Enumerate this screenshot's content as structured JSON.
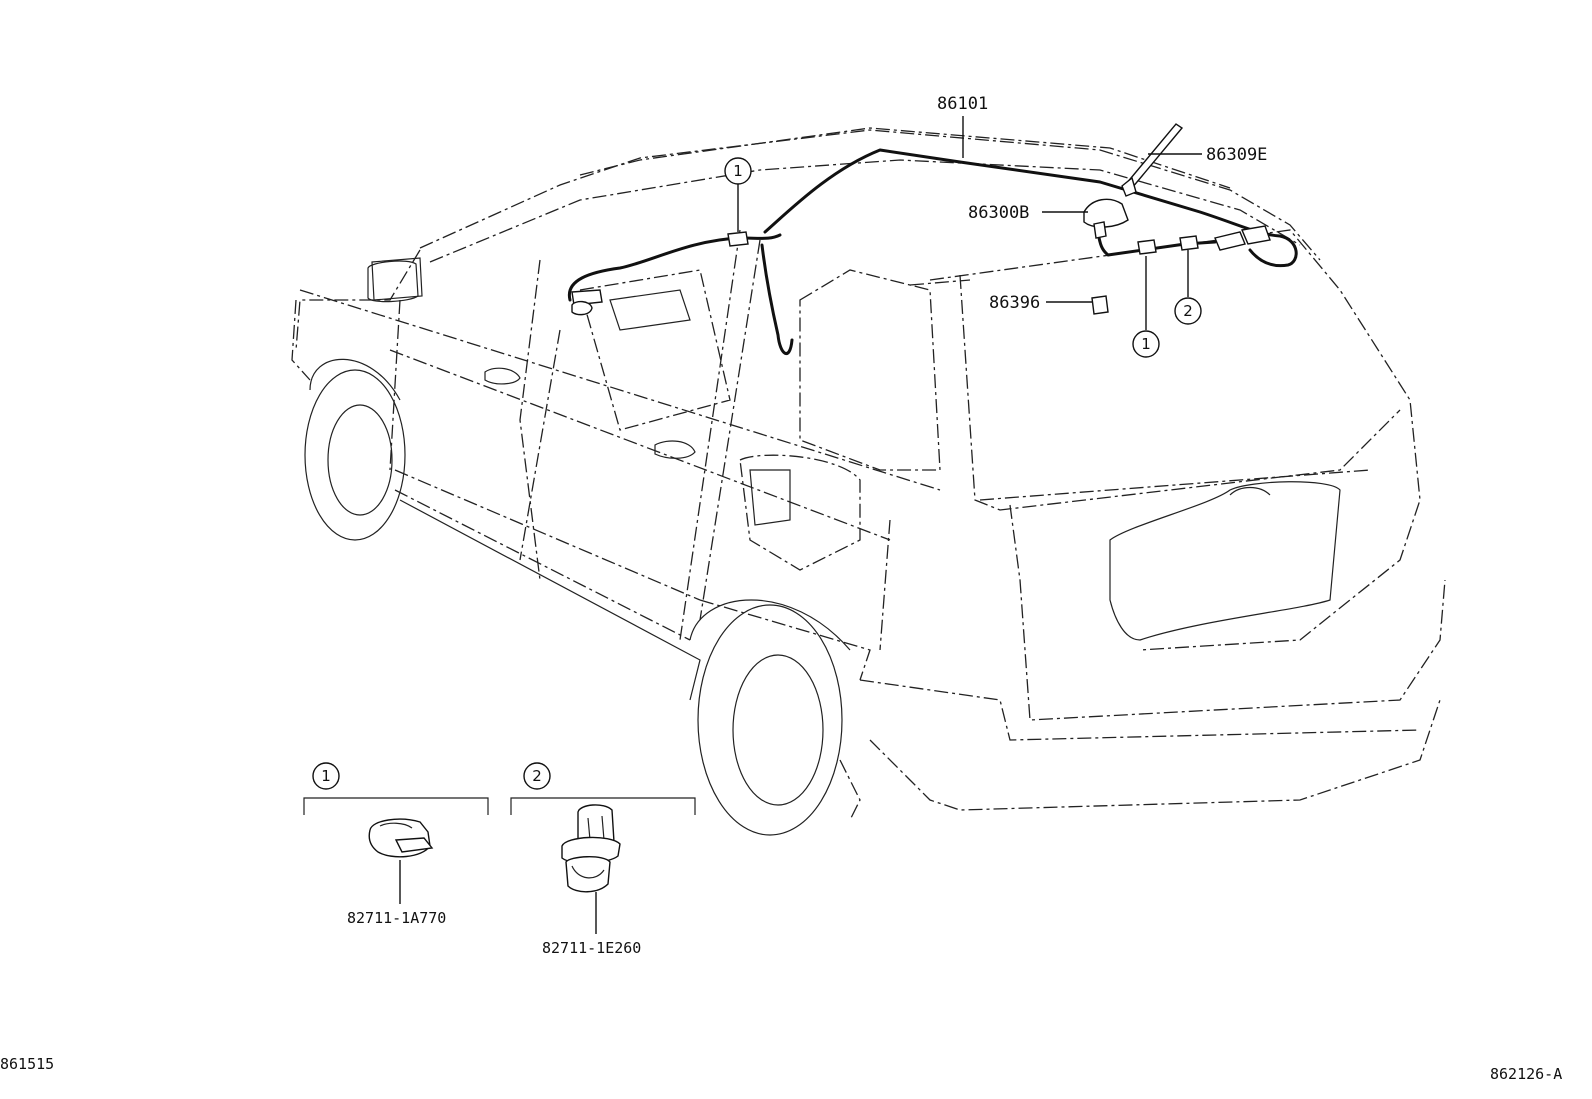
{
  "parts": {
    "antenna_cord": "86101",
    "antenna_pole": "86309E",
    "antenna_base": "86300B",
    "antenna_nut": "86396"
  },
  "callouts": {
    "clip_1": "1",
    "clip_2": "2"
  },
  "detail_boxes": [
    {
      "ref": "1",
      "part_no": "82711-1A770"
    },
    {
      "ref": "2",
      "part_no": "82711-1E260"
    }
  ],
  "footer": {
    "left_code": "861515",
    "right_code": "862126-A"
  }
}
